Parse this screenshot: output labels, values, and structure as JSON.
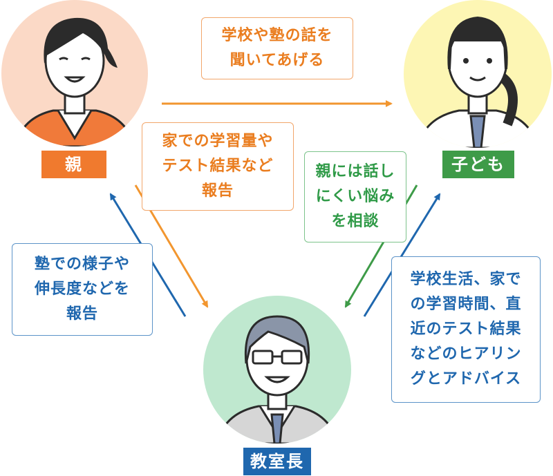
{
  "colors": {
    "parent": "#f07a2e",
    "child": "#3e9b48",
    "teacher": "#1f67ae",
    "parent_bg": "#fbd9c6",
    "child_bg": "#fdf6b4",
    "teacher_bg": "#bfe8cf"
  },
  "nodes": {
    "parent": {
      "label": "親"
    },
    "child": {
      "label": "子ども"
    },
    "teacher": {
      "label": "教室長"
    }
  },
  "notes": {
    "listen": "学校や塾の話を\n聞いてあげる",
    "home_report": "家での学習量や\nテスト結果など\n報告",
    "child_consult": "親には話し\nにくい悩み\nを相談",
    "juku_report": "塾での様子や\n伸長度などを\n報告",
    "hearing": "学校生活、家で\nの学習時間、直\n近のテスト結果\nなどのヒアリン\nグとアドバイス"
  }
}
